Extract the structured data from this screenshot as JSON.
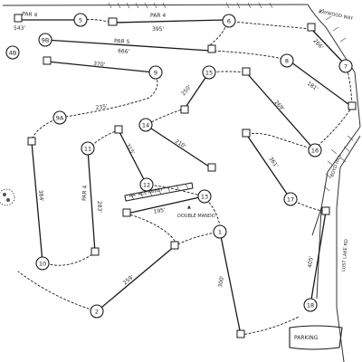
{
  "holes": [
    {
      "number": "1"
    },
    {
      "number": "2"
    },
    {
      "number": "4B"
    },
    {
      "number": "5"
    },
    {
      "number": "6"
    },
    {
      "number": "7"
    },
    {
      "number": "8"
    },
    {
      "number": "9"
    },
    {
      "number": "9B"
    },
    {
      "number": "10"
    },
    {
      "number": "11"
    },
    {
      "number": "12"
    },
    {
      "number": "13"
    },
    {
      "number": "14"
    },
    {
      "number": "15"
    },
    {
      "number": "16"
    },
    {
      "number": "17"
    },
    {
      "number": "18"
    },
    {
      "number": "9A"
    }
  ],
  "labels": {
    "par4_top_left": "PAR 4",
    "dist_543": "543'",
    "par4_top_mid": "PAR 4",
    "dist_395": "395'",
    "par5": "PAR 5",
    "dist_666": "666'",
    "dist_370": "370'",
    "dist_266": "266'",
    "dist_181": "181'",
    "dist_235": "235'",
    "dist_250": "250'",
    "dist_269": "269'",
    "dist_315": "315'",
    "dist_210": "210'",
    "dist_361": "361'",
    "dist_384": "384'",
    "par4_11": "PAR 4",
    "dist_283": "283'",
    "dist_195": "195'",
    "dist_259": "259'",
    "dist_300": "300'",
    "dist_405": "405'",
    "abbey": "AA 'ACE'ABBEY",
    "double_mando": "DOUBLE MANDO",
    "parking": "PARKING",
    "road_top": "BAYWOOD WAY",
    "road_right_1": "BOYD HILL",
    "road_right_2": "LUST LAKE RD",
    "mando_arrow": "▲"
  }
}
